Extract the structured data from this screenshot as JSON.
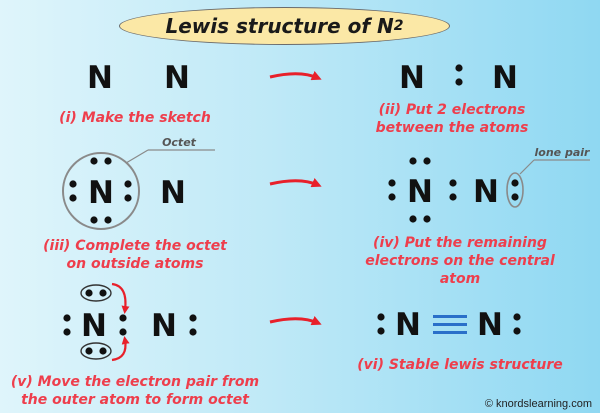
{
  "title": {
    "text": "Lewis structure of N",
    "subscript": "2"
  },
  "atom_symbol": "N",
  "callouts": {
    "octet": "Octet",
    "lone_pair": "lone pair"
  },
  "steps": [
    {
      "caption": "(i) Make the sketch"
    },
    {
      "caption": "(ii) Put 2 electrons between the atoms"
    },
    {
      "caption": "(iii) Complete the octet on outside atoms"
    },
    {
      "caption": "(iv) Put the remaining electrons on the central atom"
    },
    {
      "caption": "(v) Move the electron pair from the outer atom to form octet"
    },
    {
      "caption": "(vi) Stable lewis structure"
    }
  ],
  "copyright": "© knordslearning.com",
  "colors": {
    "arrow": "#e8202a",
    "bond": "#2a6fc9",
    "caption": "#ee3e4c",
    "title_bg": "#fbe8a6"
  }
}
